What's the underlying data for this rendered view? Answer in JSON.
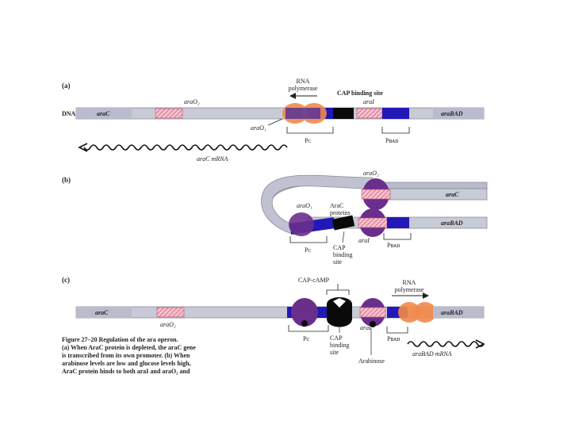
{
  "panel_a": {
    "label": "(a)",
    "dna_label": "DNA",
    "araC_gene": "araC",
    "araO2": "araO₂",
    "rna_polymerase_line1": "RNA",
    "rna_polymerase_line2": "polymerase",
    "cap_binding_site": "CAP binding site",
    "araI": "araI",
    "araO1": "araO₁",
    "araBAD_gene": "araBAD",
    "pc": "Pᴄ",
    "pbad": "Pʙᴀᴅ",
    "mrna": "araC mRNA"
  },
  "panel_b": {
    "label": "(b)",
    "araO2": "araO₂",
    "araC_gene": "araC",
    "araO1": "araO₁",
    "arac_proteins_line1": "AraC",
    "arac_proteins_line2": "proteins",
    "araI": "araI",
    "araBAD_gene": "araBAD",
    "pc": "Pᴄ",
    "pbad": "Pʙᴀᴅ",
    "cap_line1": "CAP",
    "cap_line2": "binding",
    "cap_line3": "site"
  },
  "panel_c": {
    "label": "(c)",
    "cap_camp": "CAP-cAMP",
    "rna_polymerase_line1": "RNA",
    "rna_polymerase_line2": "polymerase",
    "araC_gene": "araC",
    "araO2": "araO₂",
    "araBAD_gene": "araBAD",
    "araI": "araI",
    "pc": "Pᴄ",
    "pbad": "Pʙᴀᴅ",
    "cap_line1": "CAP",
    "cap_line2": "binding",
    "cap_line3": "site",
    "arabinose": "Arabinose",
    "mrna": "araBAD mRNA"
  },
  "caption": {
    "line1": "Figure 27–20 Regulation of the ara operon.",
    "line2": "(a) When AraC protein is depleted, the araC gene",
    "line3": "is transcribed from its own promoter. (b) When",
    "line4": "arabinose levels are low and glucose levels high,",
    "line5": "AraC protein binds to both araI and araO₂ and"
  },
  "colors": {
    "dna": "#c8cad6",
    "promoter_blue": "#2218b8",
    "hatch_pink": "#f2b8c6",
    "polymerase": "#f28a48",
    "arac_protein": "#6a2f8c",
    "cap": "#0a0a0a"
  }
}
